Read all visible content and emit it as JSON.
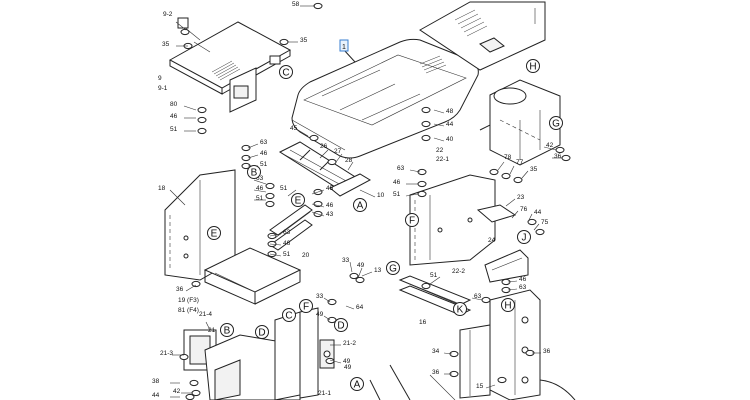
{
  "title": "",
  "highlight_color": "#3a7fd0",
  "highlighted_callout": "1",
  "part_numbers": [
    {
      "id": "p58",
      "text": "58"
    },
    {
      "id": "p92",
      "text": "9-2"
    },
    {
      "id": "p35a",
      "text": "35"
    },
    {
      "id": "p35b",
      "text": "35"
    },
    {
      "id": "p9",
      "text": "9"
    },
    {
      "id": "p91",
      "text": "9-1"
    },
    {
      "id": "p80",
      "text": "80"
    },
    {
      "id": "p46a",
      "text": "46"
    },
    {
      "id": "p51a",
      "text": "51"
    },
    {
      "id": "p18",
      "text": "18"
    },
    {
      "id": "p63a",
      "text": "63"
    },
    {
      "id": "p46b",
      "text": "46"
    },
    {
      "id": "p51b",
      "text": "51"
    },
    {
      "id": "p63b",
      "text": "63"
    },
    {
      "id": "p46c",
      "text": "46"
    },
    {
      "id": "p51c",
      "text": "51"
    },
    {
      "id": "p36a",
      "text": "36"
    },
    {
      "id": "p19",
      "text": "19 (F3)"
    },
    {
      "id": "p81",
      "text": "81 (F4)"
    },
    {
      "id": "p45",
      "text": "45"
    },
    {
      "id": "p26",
      "text": "26"
    },
    {
      "id": "p27",
      "text": "27"
    },
    {
      "id": "p28",
      "text": "28"
    },
    {
      "id": "p10",
      "text": "10"
    },
    {
      "id": "p51d",
      "text": "51"
    },
    {
      "id": "p45b",
      "text": "45"
    },
    {
      "id": "p46d",
      "text": "46"
    },
    {
      "id": "p43",
      "text": "43"
    },
    {
      "id": "p63c",
      "text": "63"
    },
    {
      "id": "p46e",
      "text": "46"
    },
    {
      "id": "p51e",
      "text": "51"
    },
    {
      "id": "p20",
      "text": "20"
    },
    {
      "id": "p48",
      "text": "48"
    },
    {
      "id": "p44a",
      "text": "44"
    },
    {
      "id": "p40",
      "text": "40"
    },
    {
      "id": "p22",
      "text": "22"
    },
    {
      "id": "p221",
      "text": "22-1"
    },
    {
      "id": "p63d",
      "text": "63"
    },
    {
      "id": "p46f",
      "text": "46"
    },
    {
      "id": "p51f",
      "text": "51"
    },
    {
      "id": "p78",
      "text": "78"
    },
    {
      "id": "p77",
      "text": "77"
    },
    {
      "id": "p35c",
      "text": "35"
    },
    {
      "id": "p42a",
      "text": "42"
    },
    {
      "id": "p36b",
      "text": "36"
    },
    {
      "id": "p23",
      "text": "23"
    },
    {
      "id": "p76",
      "text": "76"
    },
    {
      "id": "p44b",
      "text": "44"
    },
    {
      "id": "p75",
      "text": "75"
    },
    {
      "id": "p24",
      "text": "24"
    },
    {
      "id": "p46g",
      "text": "46"
    },
    {
      "id": "p63e",
      "text": "63"
    },
    {
      "id": "p33",
      "text": "33"
    },
    {
      "id": "p49a",
      "text": "49"
    },
    {
      "id": "p13",
      "text": "13"
    },
    {
      "id": "p33b",
      "text": "33"
    },
    {
      "id": "p49b",
      "text": "49"
    },
    {
      "id": "p64",
      "text": "64"
    },
    {
      "id": "p51g",
      "text": "51"
    },
    {
      "id": "p222",
      "text": "22-2"
    },
    {
      "id": "p63f",
      "text": "63"
    },
    {
      "id": "p16",
      "text": "16"
    },
    {
      "id": "p214",
      "text": "21-4"
    },
    {
      "id": "p21",
      "text": "21"
    },
    {
      "id": "p213",
      "text": "21-3"
    },
    {
      "id": "p212",
      "text": "21-2"
    },
    {
      "id": "p49c",
      "text": "49"
    },
    {
      "id": "p211",
      "text": "21-1"
    },
    {
      "id": "p38",
      "text": "38"
    },
    {
      "id": "p42b",
      "text": "42"
    },
    {
      "id": "p44c",
      "text": "44"
    },
    {
      "id": "p34",
      "text": "34"
    },
    {
      "id": "p36c",
      "text": "36"
    },
    {
      "id": "p15",
      "text": "15"
    },
    {
      "id": "p36d",
      "text": "36"
    },
    {
      "id": "p49d",
      "text": "49"
    }
  ],
  "view_letters": [
    {
      "id": "C1",
      "text": "C"
    },
    {
      "id": "H1",
      "text": "H"
    },
    {
      "id": "G1",
      "text": "G"
    },
    {
      "id": "B1",
      "text": "B"
    },
    {
      "id": "E1",
      "text": "E"
    },
    {
      "id": "E2",
      "text": "E"
    },
    {
      "id": "A1",
      "text": "A"
    },
    {
      "id": "F1",
      "text": "F"
    },
    {
      "id": "J1",
      "text": "J"
    },
    {
      "id": "G2",
      "text": "G"
    },
    {
      "id": "K1",
      "text": "K"
    },
    {
      "id": "D1",
      "text": "D"
    },
    {
      "id": "H2",
      "text": "H"
    },
    {
      "id": "F2",
      "text": "F"
    },
    {
      "id": "C2",
      "text": "C"
    },
    {
      "id": "B2",
      "text": "B"
    },
    {
      "id": "D2",
      "text": "D"
    },
    {
      "id": "A2",
      "text": "A"
    }
  ]
}
